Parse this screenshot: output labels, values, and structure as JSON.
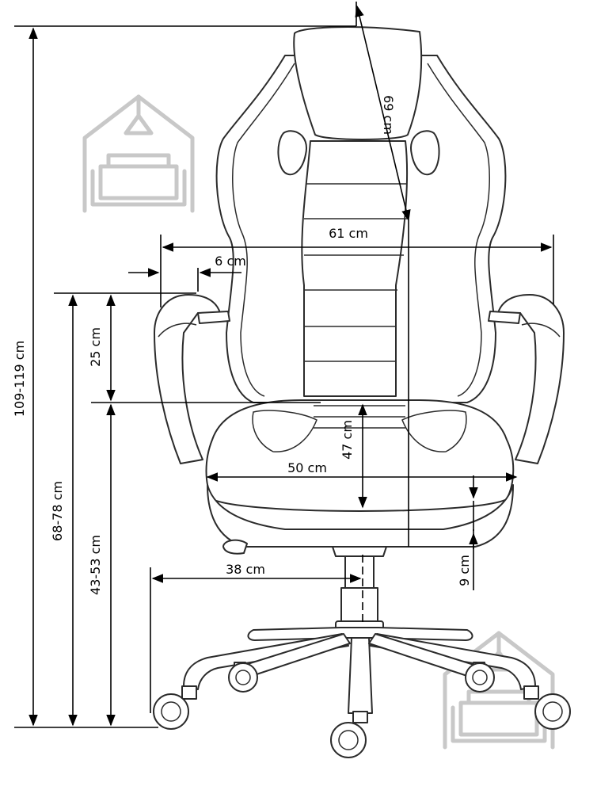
{
  "dimensions": {
    "total_height": "109-119 cm",
    "armrest_height": "68-78 cm",
    "seat_height": "43-53 cm",
    "armrest_to_seat": "25 cm",
    "backrest_height": "69 cm",
    "backrest_width": "61 cm",
    "armrest_width": "6 cm",
    "seat_width": "50 cm",
    "seat_depth": "47 cm",
    "seat_thickness": "9 cm",
    "base_radius": "38 cm"
  },
  "colors": {
    "outline": "#2b2b2b",
    "dimension": "#000000",
    "watermark": "#c8c8c8"
  },
  "icons": [
    "house-sofa-watermark-icon"
  ]
}
